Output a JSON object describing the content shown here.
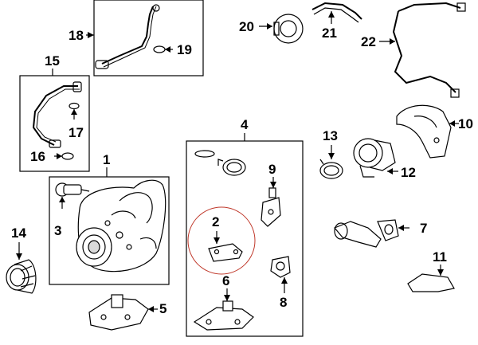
{
  "callouts": {
    "c1": "1",
    "c2": "2",
    "c3": "3",
    "c4": "4",
    "c5": "5",
    "c6": "6",
    "c7": "7",
    "c8": "8",
    "c9": "9",
    "c10": "10",
    "c11": "11",
    "c12": "12",
    "c13": "13",
    "c14": "14",
    "c15": "15",
    "c16": "16",
    "c17": "17",
    "c18": "18",
    "c19": "19",
    "c20": "20",
    "c21": "21",
    "c22": "22"
  },
  "colors": {
    "line": "#000000",
    "highlight_circle": "#c0392b",
    "part_fill": "#ffffff",
    "shade": "#d9d9d9"
  }
}
